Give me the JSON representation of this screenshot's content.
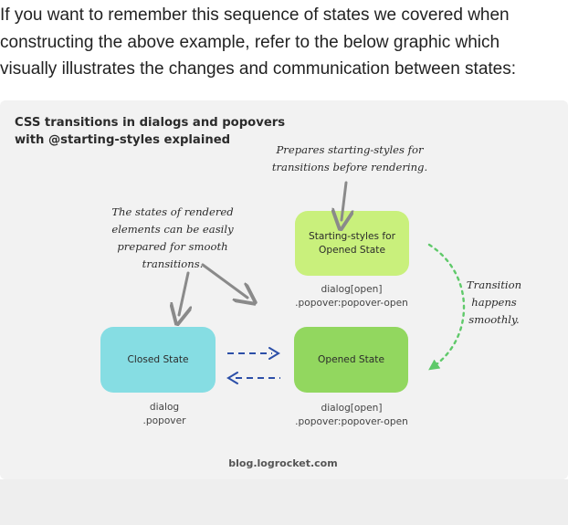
{
  "intro": {
    "text": "If you want to remember this sequence of states we covered when constructing the above example, refer to the below graphic which visually illustrates the changes and communication between states:"
  },
  "diagram": {
    "title": "CSS transitions in dialogs and popovers with @starting-styles explained",
    "notes": {
      "prepares": "Prepares starting-styles for transitions before rendering.",
      "states_prepared": "The states of rendered elements can be easily prepared for smooth transitions.",
      "transition": "Transition happens smoothly."
    },
    "boxes": {
      "starting": "Starting-styles for Opened State",
      "closed": "Closed State",
      "opened": "Opened State"
    },
    "selectors": {
      "starting": [
        "dialog[open]",
        ".popover:popover-open"
      ],
      "closed": [
        "dialog",
        ".popover"
      ],
      "opened": [
        "dialog[open]",
        ".popover:popover-open"
      ]
    },
    "credit": "blog.logrocket.com",
    "colors": {
      "starting_box": "#c9f07c",
      "closed_box": "#86dde3",
      "opened_box": "#92d75f",
      "exchange_arrows": "#2c4fa8",
      "transition_arrow": "#5fc96a",
      "pointer_arrows": "#8a8a8a"
    }
  }
}
